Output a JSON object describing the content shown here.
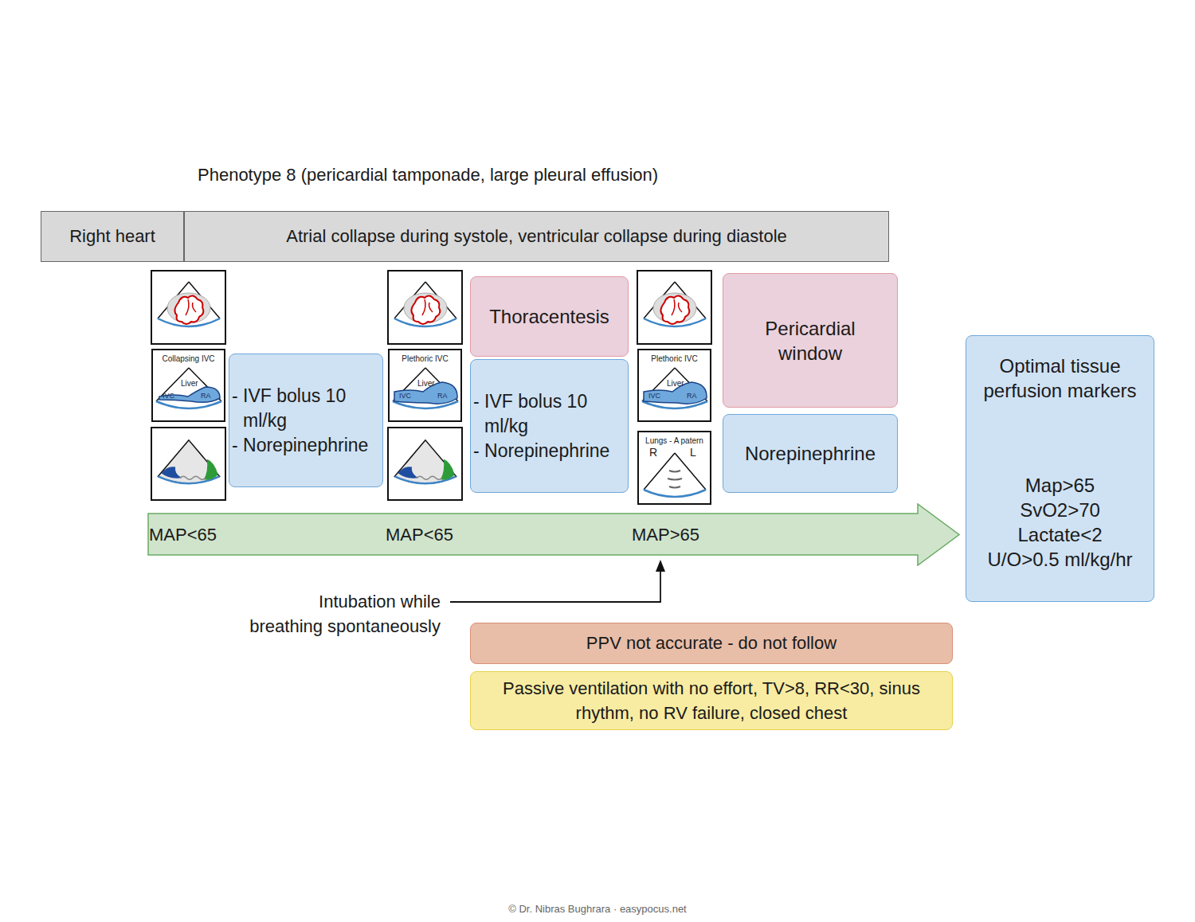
{
  "diagram": {
    "title": "Phenotype 8 (pericardial tamponade, large pleural effusion)",
    "nodes": [
      {
        "text": [
          "Right heart"
        ]
      },
      {
        "text": [
          "Atrial collapse during systole, ventricular collapse during diastole"
        ]
      },
      {
        "text": [
          "Collapsing IVC",
          "Liver",
          "IVC",
          "RA"
        ]
      },
      {
        "text": [
          "- IVF bolus 10 ml/kg",
          "- Norepinephrine"
        ]
      },
      {
        "text": [
          "Plethoric IVC",
          "Liver",
          "IVC",
          "RA"
        ]
      },
      {
        "text": [
          "Thoracentesis"
        ]
      },
      {
        "text": [
          "- IVF bolus 10 ml/kg",
          "- Norepinephrine"
        ]
      },
      {
        "text": [
          "Plethoric IVC",
          "Liver",
          "IVC",
          "RA"
        ]
      },
      {
        "text": [
          "Lungs - A patern",
          "R",
          "L"
        ]
      },
      {
        "text": [
          "Pericardial window"
        ]
      },
      {
        "text": [
          "Norepinephrine"
        ]
      },
      {
        "text": [
          "Optimal tissue perfusion markers",
          "Map>65 SvO2>70 Lactate<2 U/O>0.5 ml/kg/hr"
        ]
      },
      {
        "text": [
          "MAP<65",
          "MAP<65",
          "MAP>65"
        ]
      },
      {
        "text": [
          "PPV not accurate - do not follow"
        ]
      },
      {
        "text": [
          "Passive ventilation with no effort, TV>8, RR<30, sinus rhythm, no RV failure, closed chest"
        ]
      }
    ],
    "labels": [
      "Intubation while breathing spontaneously",
      "© Dr. Nibras Bughrara · easypocus.net"
    ]
  }
}
